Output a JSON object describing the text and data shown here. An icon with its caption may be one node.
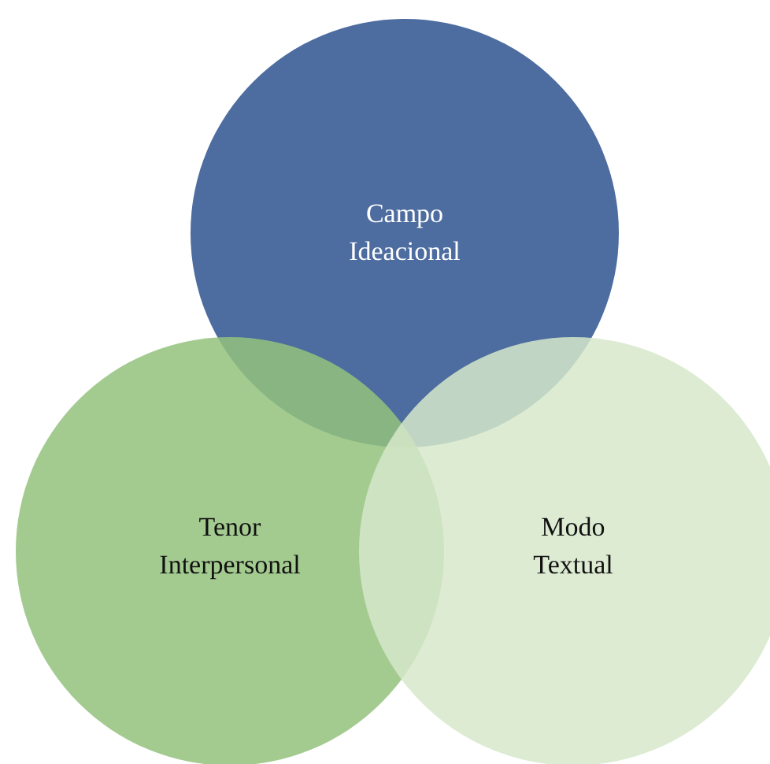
{
  "diagram": {
    "nodes": [
      {
        "text": [
          "Campo Ideacional"
        ]
      },
      {
        "text": [
          "Tenor Interpersonal"
        ]
      },
      {
        "text": [
          "Modo Textual"
        ]
      }
    ]
  }
}
